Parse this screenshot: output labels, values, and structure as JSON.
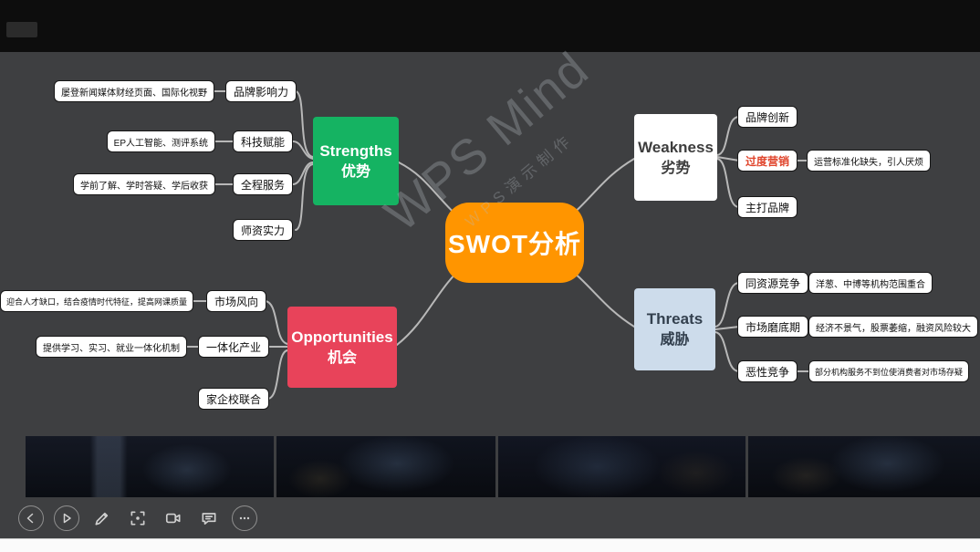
{
  "watermark": {
    "line1": "WPS Mind",
    "line2": "WPS演示制作"
  },
  "mindmap": {
    "center": "SWOT分析",
    "strengths": {
      "title": "Strengths",
      "subtitle": "优势",
      "n1": "品牌影响力",
      "n1_detail": "屡登新闻媒体财经页面、国际化视野",
      "n2": "科技赋能",
      "n2_detail": "EP人工智能、测评系统",
      "n3": "全程服务",
      "n3_detail": "学前了解、学时答疑、学后收获",
      "n4": "师资实力"
    },
    "weakness": {
      "title": "Weakness",
      "subtitle": "劣势",
      "n1": "品牌创新",
      "n2": "过度营销",
      "n2_detail": "运营标准化缺失，引人厌烦",
      "n3": "主打品牌"
    },
    "opportunities": {
      "title": "Opportunities",
      "subtitle": "机会",
      "n1": "市场风向",
      "n1_detail": "迎合人才缺口，结合疫情时代特征，提高网课质量",
      "n2": "一体化产业",
      "n2_detail": "提供学习、实习、就业一体化机制",
      "n3": "家企校联合"
    },
    "threats": {
      "title": "Threats",
      "subtitle": "威胁",
      "n1": "同资源竞争",
      "n1_detail": "洋葱、中博等机构范围重合",
      "n2": "市场磨底期",
      "n2_detail": "经济不景气，股票萎缩，融资风险较大",
      "n3": "恶性竞争",
      "n3_detail": "部分机构服务不到位使消费者对市场存疑"
    }
  },
  "colors": {
    "center": "#FF9500",
    "strengths": "#15B362",
    "weakness": "#FFFFFF",
    "opportunities": "#E8435A",
    "threats": "#CDDCEB",
    "highlight_text": "#E0442B",
    "connector": "#BFBFBF",
    "canvas_bg": "#3E3F41"
  },
  "toolbar": {
    "buttons": [
      "previous",
      "play",
      "pen",
      "spotlight",
      "camera",
      "comment",
      "more"
    ]
  }
}
